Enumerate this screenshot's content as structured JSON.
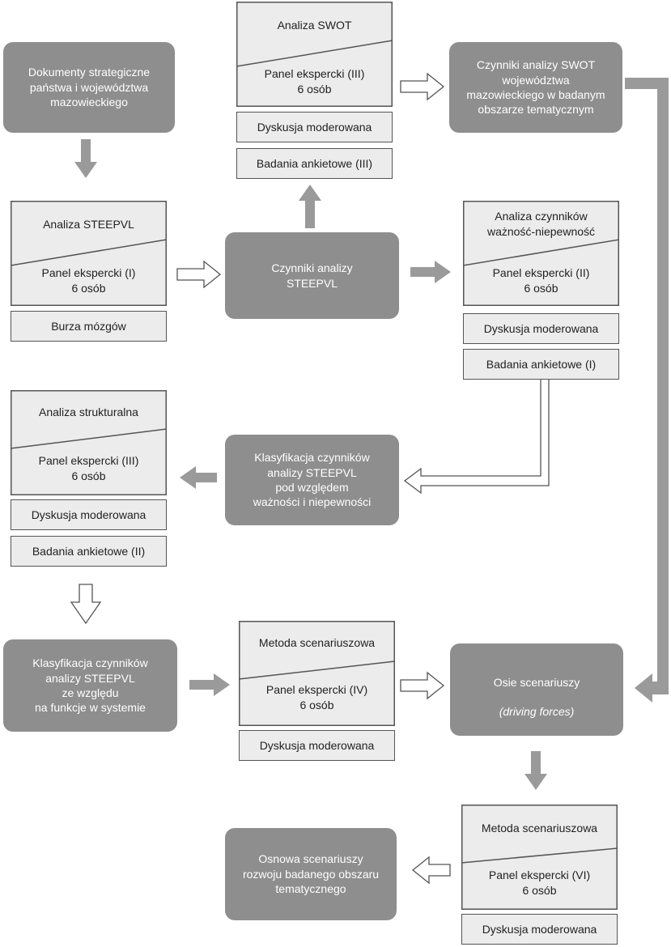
{
  "colors": {
    "dark_box": "#8e8e8e",
    "light_box": "#ececec",
    "border": "#555555",
    "arrow_fill": "#9a9a9a"
  },
  "nodes": {
    "dok": "Dokumenty strategiczne\npaństwa i województwa\nmazowieckiego",
    "steepvl": "Czynniki analizy\nSTEEPVL",
    "swot_factors": "Czynniki analizy SWOT\nwojewództwa\nmazowieckiego w badanym\nobszarze tematycznym",
    "klasyf1": "Klasyfikacja czynników\nanalizy STEEPVL\npod względem\nważności i niepewności",
    "klasyf2": "Klasyfikacja czynników\nanalizy STEEPVL\nze względu\nna funkcje w systemie",
    "osie_line1": "Osie scenariuszy",
    "osie_line2": "(driving forces)",
    "osnowa": "Osnowa scenariuszy\nrozwoju badanego obszaru\ntematycznego"
  },
  "panels": {
    "swot": {
      "method": "Analiza SWOT",
      "panel": "Panel ekspercki (III)\n6 osób",
      "sub1": "Dyskusja moderowana",
      "sub2": "Badania ankietowe (III)"
    },
    "steep": {
      "method": "Analiza STEEPVL",
      "panel": "Panel ekspercki (I)\n6 osób",
      "sub1": "Burza mózgów"
    },
    "waz": {
      "method": "Analiza czynników\nważność-niepewność",
      "panel": "Panel ekspercki (II)\n6 osób",
      "sub1": "Dyskusja moderowana",
      "sub2": "Badania ankietowe (I)"
    },
    "struct": {
      "method": "Analiza strukturalna",
      "panel": "Panel ekspercki (III)\n6 osób",
      "sub1": "Dyskusja moderowana",
      "sub2": "Badania ankietowe (II)"
    },
    "scen4": {
      "method": "Metoda scenariuszowa",
      "panel": "Panel ekspercki (IV)\n6 osób",
      "sub1": "Dyskusja moderowana"
    },
    "scen6": {
      "method": "Metoda scenariuszowa",
      "panel": "Panel ekspercki (VI)\n6 osób",
      "sub1": "Dyskusja moderowana"
    }
  }
}
